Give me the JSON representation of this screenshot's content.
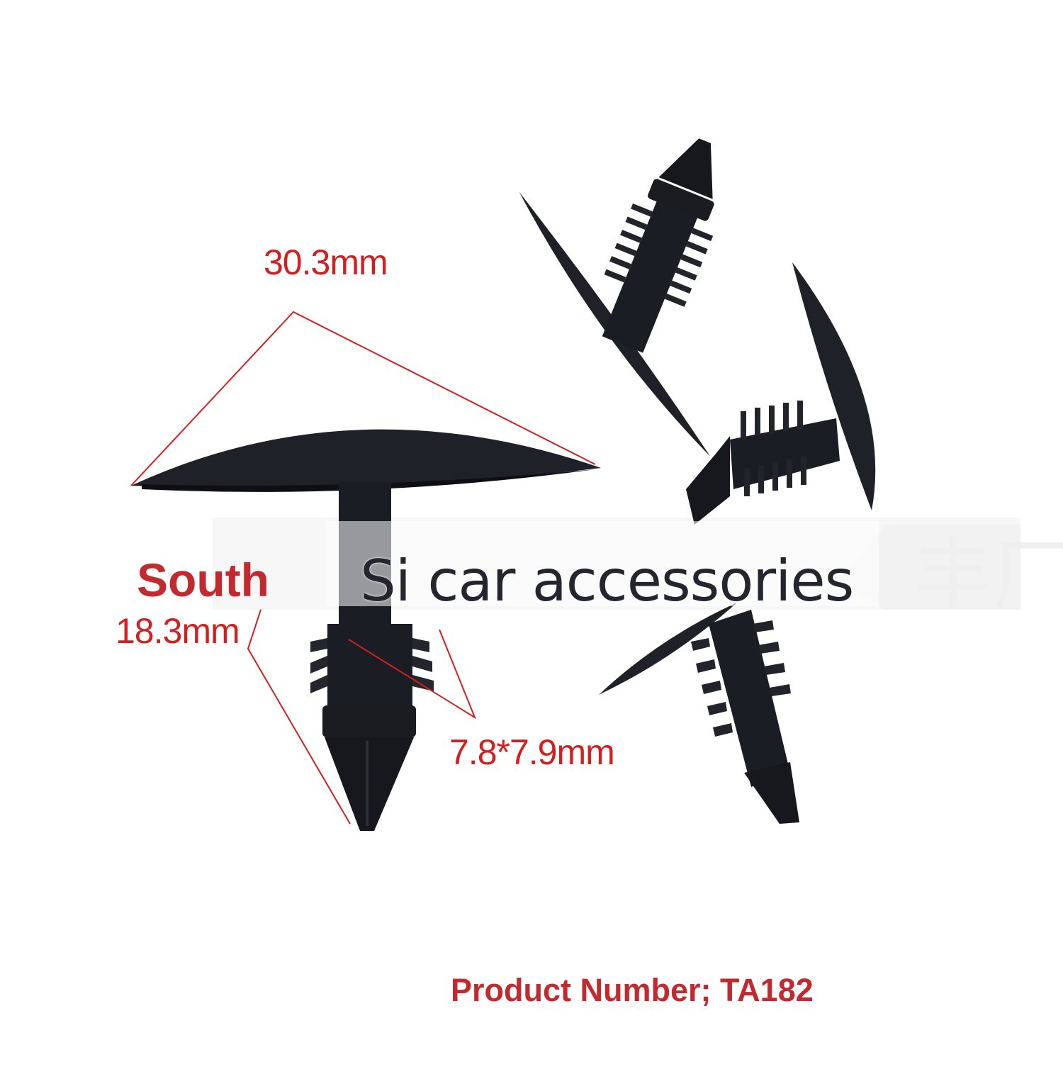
{
  "image": {
    "background": "#ffffff",
    "part_color": "#1b1d24",
    "measure_color": "#d21f1f",
    "brand_color": "#c32a2f",
    "watermark_color": "#23252f"
  },
  "dimensions": {
    "head_width": "30.3mm",
    "overall_length": "18.3mm",
    "stem_size": "7.8*7.9mm"
  },
  "brand": {
    "south": "South",
    "watermark": "Si car accessories"
  },
  "product": {
    "number_text": "Product Number; TA182"
  }
}
